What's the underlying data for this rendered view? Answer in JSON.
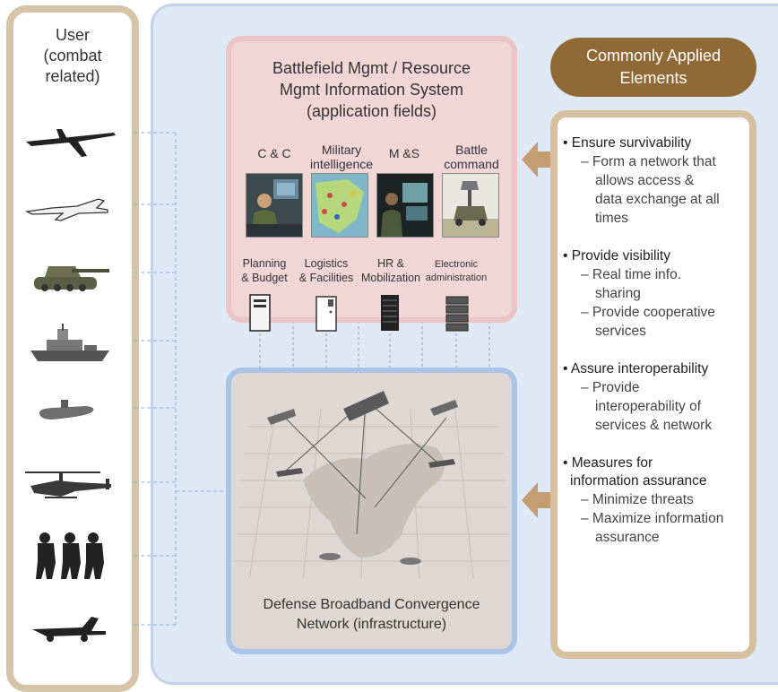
{
  "user": {
    "title_line1": "User",
    "title_line2": "(combat",
    "title_line3": "related)",
    "icons": [
      "uav-icon",
      "fighter-jet-icon",
      "tank-icon",
      "warship-icon",
      "submarine-icon",
      "helicopter-icon",
      "soldiers-icon",
      "artillery-icon"
    ]
  },
  "app": {
    "title_line1": "Battlefield Mgmt / Resource",
    "title_line2": "Mgmt Information System",
    "title_line3": "(application fields)",
    "fields": [
      {
        "label1": "",
        "label2": "C & C"
      },
      {
        "label1": "Military",
        "label2": "intelligence"
      },
      {
        "label1": "",
        "label2": "M &S"
      },
      {
        "label1": "Battle",
        "label2": "command"
      }
    ],
    "resources": [
      {
        "label1": "Planning",
        "label2": "& Budget"
      },
      {
        "label1": "Logistics",
        "label2": "& Facilities"
      },
      {
        "label1": "HR &",
        "label2": "Mobilization"
      },
      {
        "label1": "Electronic",
        "label2": "administration"
      }
    ]
  },
  "network": {
    "label_line1": "Defense Broadband Convergence",
    "label_line2": "Network (infrastructure)"
  },
  "common": {
    "title_line1": "Commonly Applied",
    "title_line2": "Elements",
    "b1": "• Ensure survivability",
    "b1_s1": "– Form a network that",
    "b1_s2": "allows access &",
    "b1_s3": "data exchange at all",
    "b1_s4": "times",
    "b2": "• Provide visibility",
    "b2_s1": "– Real time info.",
    "b2_s2": "sharing",
    "b2_s3": "– Provide cooperative",
    "b2_s4": "services",
    "b3": "• Assure interoperability",
    "b3_s1": "– Provide",
    "b3_s2": "interoperability of",
    "b3_s3": "services & network",
    "b4_l1": "• Measures for",
    "b4_l2": "information assurance",
    "b4_s1": "– Minimize threats",
    "b4_s2": "– Maximize information",
    "b4_s3": "assurance"
  },
  "colors": {
    "user_border": "#d6c4a8",
    "main_bg": "#dfe9f6",
    "app_bg": "#f2d6d6",
    "app_border": "#eec3c3",
    "net_bg": "#ddd8d3",
    "net_border": "#a9c4e6",
    "common_header": "#8f6a36",
    "common_border": "#d7c0a0",
    "arrow": "#c39e73",
    "connector": "#8fb0dd"
  }
}
